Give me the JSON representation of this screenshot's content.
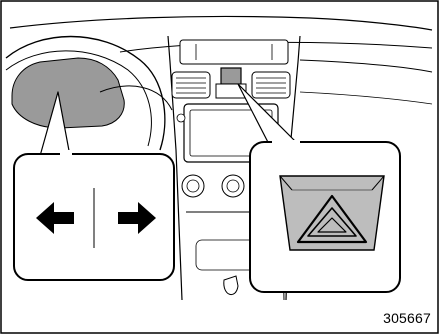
{
  "figure": {
    "code": "305667"
  },
  "callouts": {
    "turn_signal": {
      "left_arrow_icon": "arrow-left",
      "right_arrow_icon": "arrow-right"
    },
    "hazard": {
      "icon": "hazard-warning-triangle"
    }
  },
  "colors": {
    "line": "#000000",
    "highlight": "#9a9a9a",
    "panel": "#ffffff",
    "button_face": "#bdbdbd"
  }
}
